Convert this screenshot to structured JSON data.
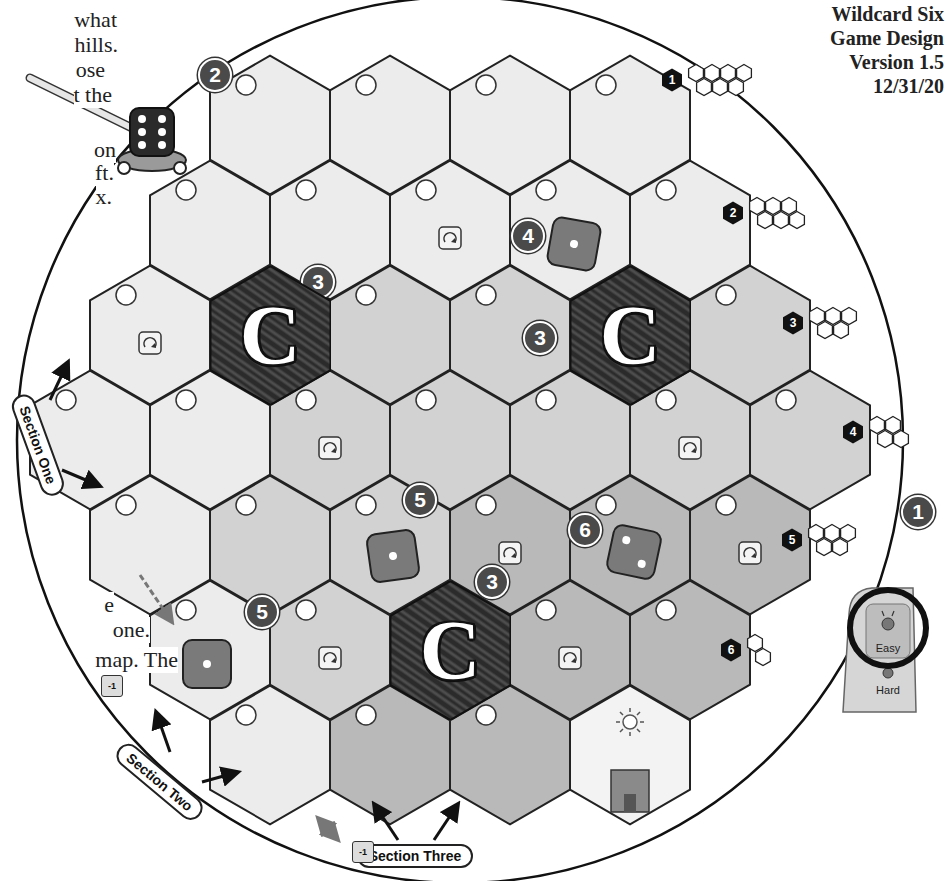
{
  "diagram": {
    "nodes": [
      {
        "text": [
          "2"
        ]
      },
      {
        "text": [
          "1"
        ]
      },
      {
        "text": [
          "4"
        ]
      },
      {
        "text": [
          "2"
        ]
      },
      {
        "text": [
          "3"
        ]
      },
      {
        "text": [
          "C"
        ]
      },
      {
        "text": [
          "3"
        ]
      },
      {
        "text": [
          "C"
        ]
      },
      {
        "text": [
          "3"
        ]
      },
      {
        "text": [
          "4"
        ]
      },
      {
        "text": [
          "5"
        ]
      },
      {
        "text": [
          "6"
        ]
      },
      {
        "text": [
          "5"
        ]
      },
      {
        "text": [
          "1"
        ]
      },
      {
        "text": [
          "5"
        ]
      },
      {
        "text": [
          "3"
        ]
      },
      {
        "text": [
          "C"
        ]
      },
      {
        "text": [
          "6"
        ]
      },
      {
        "text": [
          "Section One"
        ]
      },
      {
        "text": [
          "Section Two"
        ]
      },
      {
        "text": [
          "Section Three"
        ]
      },
      {
        "text": [
          "-1"
        ]
      },
      {
        "text": [
          "-1"
        ]
      },
      {
        "text": [
          "Easy"
        ]
      },
      {
        "text": [
          "Hard"
        ]
      }
    ],
    "labels": [
      "Wildcard Six",
      "Game Design",
      "Version 1.5",
      "12/31/20",
      "what",
      "hills.",
      "ose",
      "t the",
      "on",
      "ft.",
      "x.",
      "e",
      "one.",
      "map. The"
    ]
  }
}
